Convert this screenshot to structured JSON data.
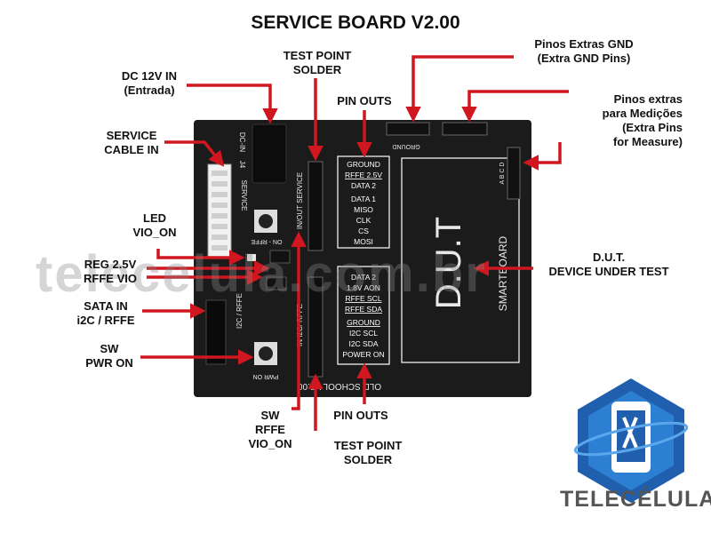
{
  "title": "SERVICE BOARD V2.00",
  "labels": {
    "dc_in": [
      "DC 12V IN",
      "(Entrada)"
    ],
    "service_cable": [
      "SERVICE",
      "CABLE IN"
    ],
    "led": [
      "LED",
      "VIO_ON"
    ],
    "reg": [
      "REG 2.5V",
      "RFFE VIO"
    ],
    "sata": [
      "SATA IN",
      "i2C / RFFE"
    ],
    "sw_pwr": [
      "SW",
      "PWR ON"
    ],
    "sw_rffe": [
      "SW",
      "RFFE",
      "VIO_ON"
    ],
    "tp_top": [
      "TEST POINT",
      "SOLDER"
    ],
    "tp_bottom": [
      "TEST POINT",
      "SOLDER"
    ],
    "pinouts_top": "PIN OUTS",
    "pinouts_bottom": "PIN OUTS",
    "extra_gnd": [
      "Pinos Extras GND",
      "(Extra GND Pins)"
    ],
    "extra_measure": [
      "Pinos extras",
      "para Medições",
      "(Extra Pins",
      "for Measure)"
    ],
    "dut": [
      "D.U.T.",
      "DEVICE UNDER TEST"
    ]
  },
  "board": {
    "dut_text": "D.U.T",
    "smartboard": "SMARTBOARD",
    "footer": "OLD SCHOOL V2.00",
    "service": "SERVICE",
    "dc_in": "DC-IN",
    "j4": "J4",
    "ground": "GROUND",
    "io_service": "IN/OUT SERVICE",
    "io_i2c": "IN I2C/ RFFE",
    "i2c_rffe": "I2C / RFFE",
    "pwr_on": "PWR ON",
    "on_rffe": "ON - RFFE",
    "abcd": "A B C D",
    "top_box": [
      "GROUND",
      "RFFE 2.5V",
      "DATA 2",
      "DATA 1",
      "MISO",
      "CLK",
      "CS",
      "MOSI"
    ],
    "bottom_box": [
      "DATA 2",
      "1.8V AON",
      "RFFE SCL",
      "RFFE SDA",
      "GROUND",
      "I2C SCL",
      "I2C SDA",
      "POWER ON"
    ]
  },
  "watermark": "telecelula.com.br",
  "logo": "TELECÉLULA",
  "colors": {
    "arrow": "#d0161e",
    "board": "#1b1b1b",
    "logo_blue": "#1f5fae"
  }
}
